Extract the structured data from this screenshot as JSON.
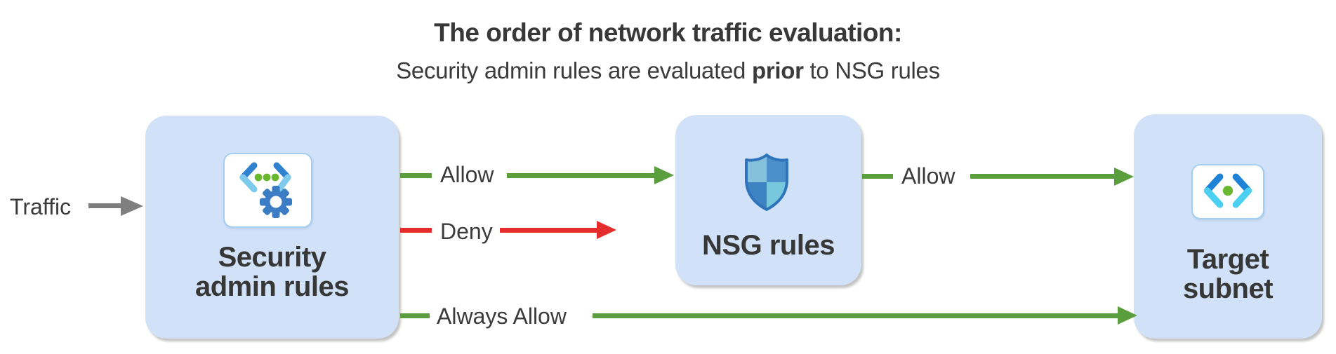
{
  "header": {
    "title": "The order of network traffic evaluation:",
    "subtitle": {
      "prefix": "Security admin rules are evaluated ",
      "bold": "prior",
      "suffix": " to NSG rules"
    }
  },
  "traffic": {
    "label": "Traffic"
  },
  "nodes": {
    "security_admin": {
      "label_line1": "Security",
      "label_line2": "admin rules",
      "icon": "code-gear-icon"
    },
    "nsg": {
      "label": "NSG rules",
      "icon": "shield-icon"
    },
    "target_subnet": {
      "label_line1": "Target",
      "label_line2": "subnet",
      "icon": "code-brackets-icon"
    }
  },
  "edges": {
    "allow_security_to_nsg": {
      "label": "Allow",
      "type": "allow"
    },
    "deny_from_security": {
      "label": "Deny",
      "type": "deny"
    },
    "allow_nsg_to_target": {
      "label": "Allow",
      "type": "allow"
    },
    "always_allow_security_to_target": {
      "label": "Always Allow",
      "type": "allow"
    }
  },
  "colors": {
    "allow-green": "#5a9e3d",
    "deny-red": "#e42d2c",
    "traffic-gray": "#7f7f7f",
    "box-fill": "#d0e1f8",
    "card-border": "#a3cdf1",
    "text-dark": "#3b3b3b",
    "shield-border": "#2d74ba",
    "shield-tl": "#86c1dc",
    "shield-tr": "#4b90c8",
    "shield-bl": "#3e83c1",
    "shield-br": "#77c8dc",
    "icon-blue": "#2f82cd",
    "icon-cyan": "#7ecaec",
    "target-bracket-blue": "#1e82d6",
    "target-bracket-cyan": "#4bd0f2",
    "dot-green": "#69b82f",
    "gear-blue": "#3b7cc4"
  }
}
